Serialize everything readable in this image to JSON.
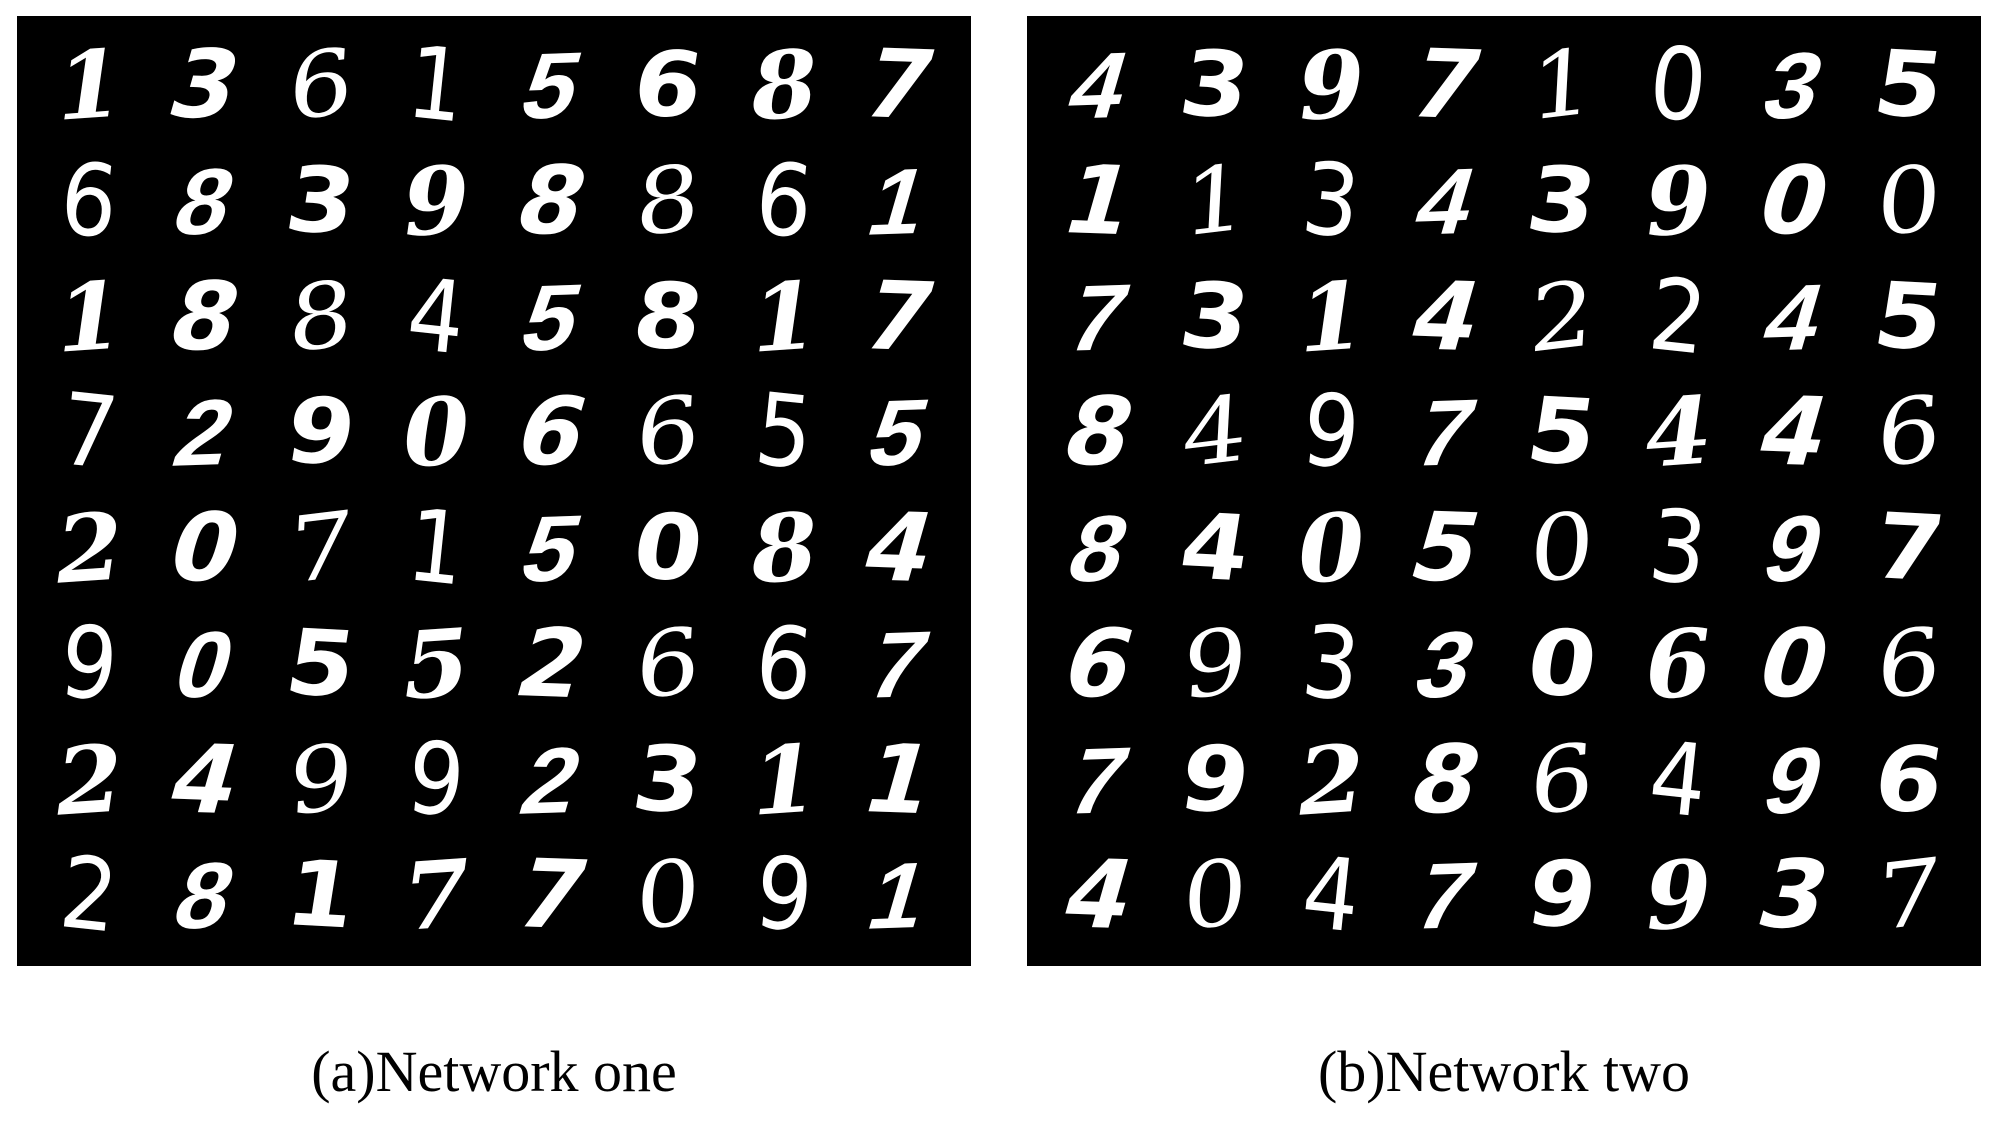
{
  "panels": [
    {
      "id": "a",
      "caption": "(a)Network one",
      "rows": [
        [
          "1",
          "3",
          "6",
          "1",
          "5",
          "6",
          "8",
          "7"
        ],
        [
          "6",
          "8",
          "3",
          "9",
          "8",
          "8",
          "6",
          "1"
        ],
        [
          "1",
          "8",
          "8",
          "4",
          "5",
          "8",
          "1",
          "7"
        ],
        [
          "7",
          "2",
          "9",
          "0",
          "6",
          "6",
          "5",
          "5"
        ],
        [
          "2",
          "0",
          "7",
          "1",
          "5",
          "0",
          "8",
          "4"
        ],
        [
          "9",
          "0",
          "5",
          "5",
          "2",
          "6",
          "6",
          "7"
        ],
        [
          "2",
          "4",
          "9",
          "9",
          "2",
          "3",
          "1",
          "1"
        ],
        [
          "2",
          "8",
          "1",
          "7",
          "7",
          "0",
          "9",
          "1"
        ]
      ]
    },
    {
      "id": "b",
      "caption": "(b)Network two",
      "rows": [
        [
          "4",
          "3",
          "9",
          "7",
          "1",
          "0",
          "3",
          "5"
        ],
        [
          "1",
          "1",
          "3",
          "4",
          "3",
          "9",
          "0",
          "0"
        ],
        [
          "7",
          "3",
          "1",
          "4",
          "2",
          "2",
          "4",
          "5"
        ],
        [
          "8",
          "4",
          "9",
          "7",
          "5",
          "4",
          "4",
          "6"
        ],
        [
          "8",
          "4",
          "0",
          "5",
          "0",
          "3",
          "9",
          "7"
        ],
        [
          "6",
          "9",
          "3",
          "3",
          "0",
          "6",
          "0",
          "6"
        ],
        [
          "7",
          "9",
          "2",
          "8",
          "6",
          "4",
          "9",
          "6"
        ],
        [
          "4",
          "0",
          "4",
          "7",
          "9",
          "9",
          "3",
          "7"
        ]
      ]
    }
  ],
  "colors": {
    "page_background": "#ffffff",
    "panel_background": "#000000",
    "digit_color": "#ffffff",
    "caption_color": "#000000"
  }
}
